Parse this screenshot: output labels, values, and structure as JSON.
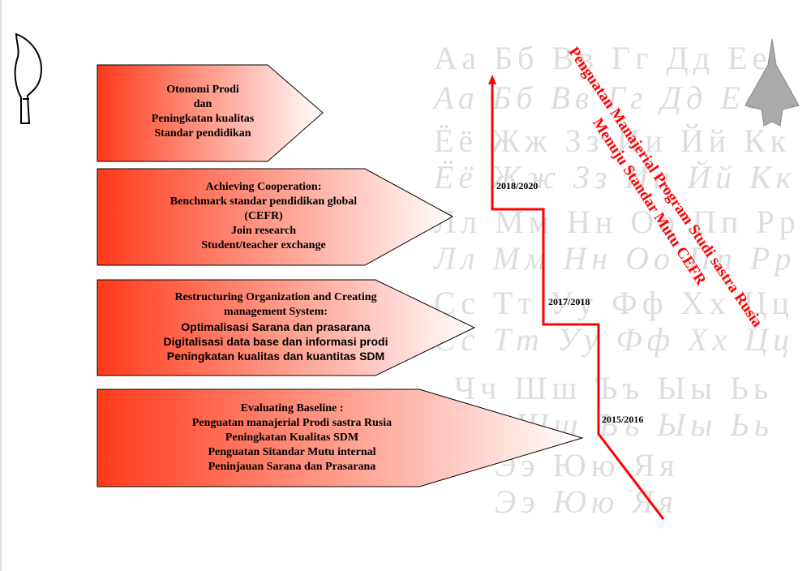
{
  "background_letters": [
    "Аа Бб Вв Гг Дд Ее",
    "Аа Бб Вв Гг Дд Ее",
    "Ёё Жж Зз Ии Йй Кк",
    "Ёё Жж Зз Ии Йй Кк",
    "Лл Мм Нн Оо Пп Рр",
    "Лл Мм Нн Оо Пп Рр",
    "Сс Тт Уу Фф Хх Цц",
    "Сс Тт Уу Фф Хх Цц",
    "Чч Шш Ъъ Ыы Ьь",
    "Чч Шш Ъъ Ыы Ьь",
    "Ээ Юю Яя",
    "Ээ Юю Яя"
  ],
  "colors": {
    "accent": "#ff0000",
    "gradient_start": "#ff3a1a",
    "gradient_end": "#ffffff"
  },
  "steps": [
    {
      "lines": [
        "Otonomi Prodi",
        "dan",
        "Peningkatan kualitas",
        "Standar pendidikan"
      ]
    },
    {
      "lines": [
        "Achieving Cooperation:",
        "Benchmark standar pendidikan global",
        "(CEFR)",
        "Join research",
        "Student/teacher exchange"
      ]
    },
    {
      "lines": [
        "Restructuring Organization and Creating",
        "management System:"
      ],
      "sub_lines": [
        "Optimalisasi Sarana dan prasarana",
        "Digitalisasi data base dan informasi prodi",
        "Peningkatan kualitas dan kuantitas SDM"
      ]
    },
    {
      "lines": [
        "Evaluating Baseline :",
        "Penguatan manajerial Prodi sastra Rusia",
        "Peningkatan Kualitas SDM",
        "Penguatan Sitandar Mutu internal",
        "Peninjauan Sarana dan Prasarana"
      ]
    }
  ],
  "years": [
    "2018/2020",
    "2017/2018",
    "2015/2016"
  ],
  "title": {
    "line1": "Penguatan Manajerial Program Studi sastra Rusia",
    "line2": "Menuju Standar Mutu CEFR"
  }
}
